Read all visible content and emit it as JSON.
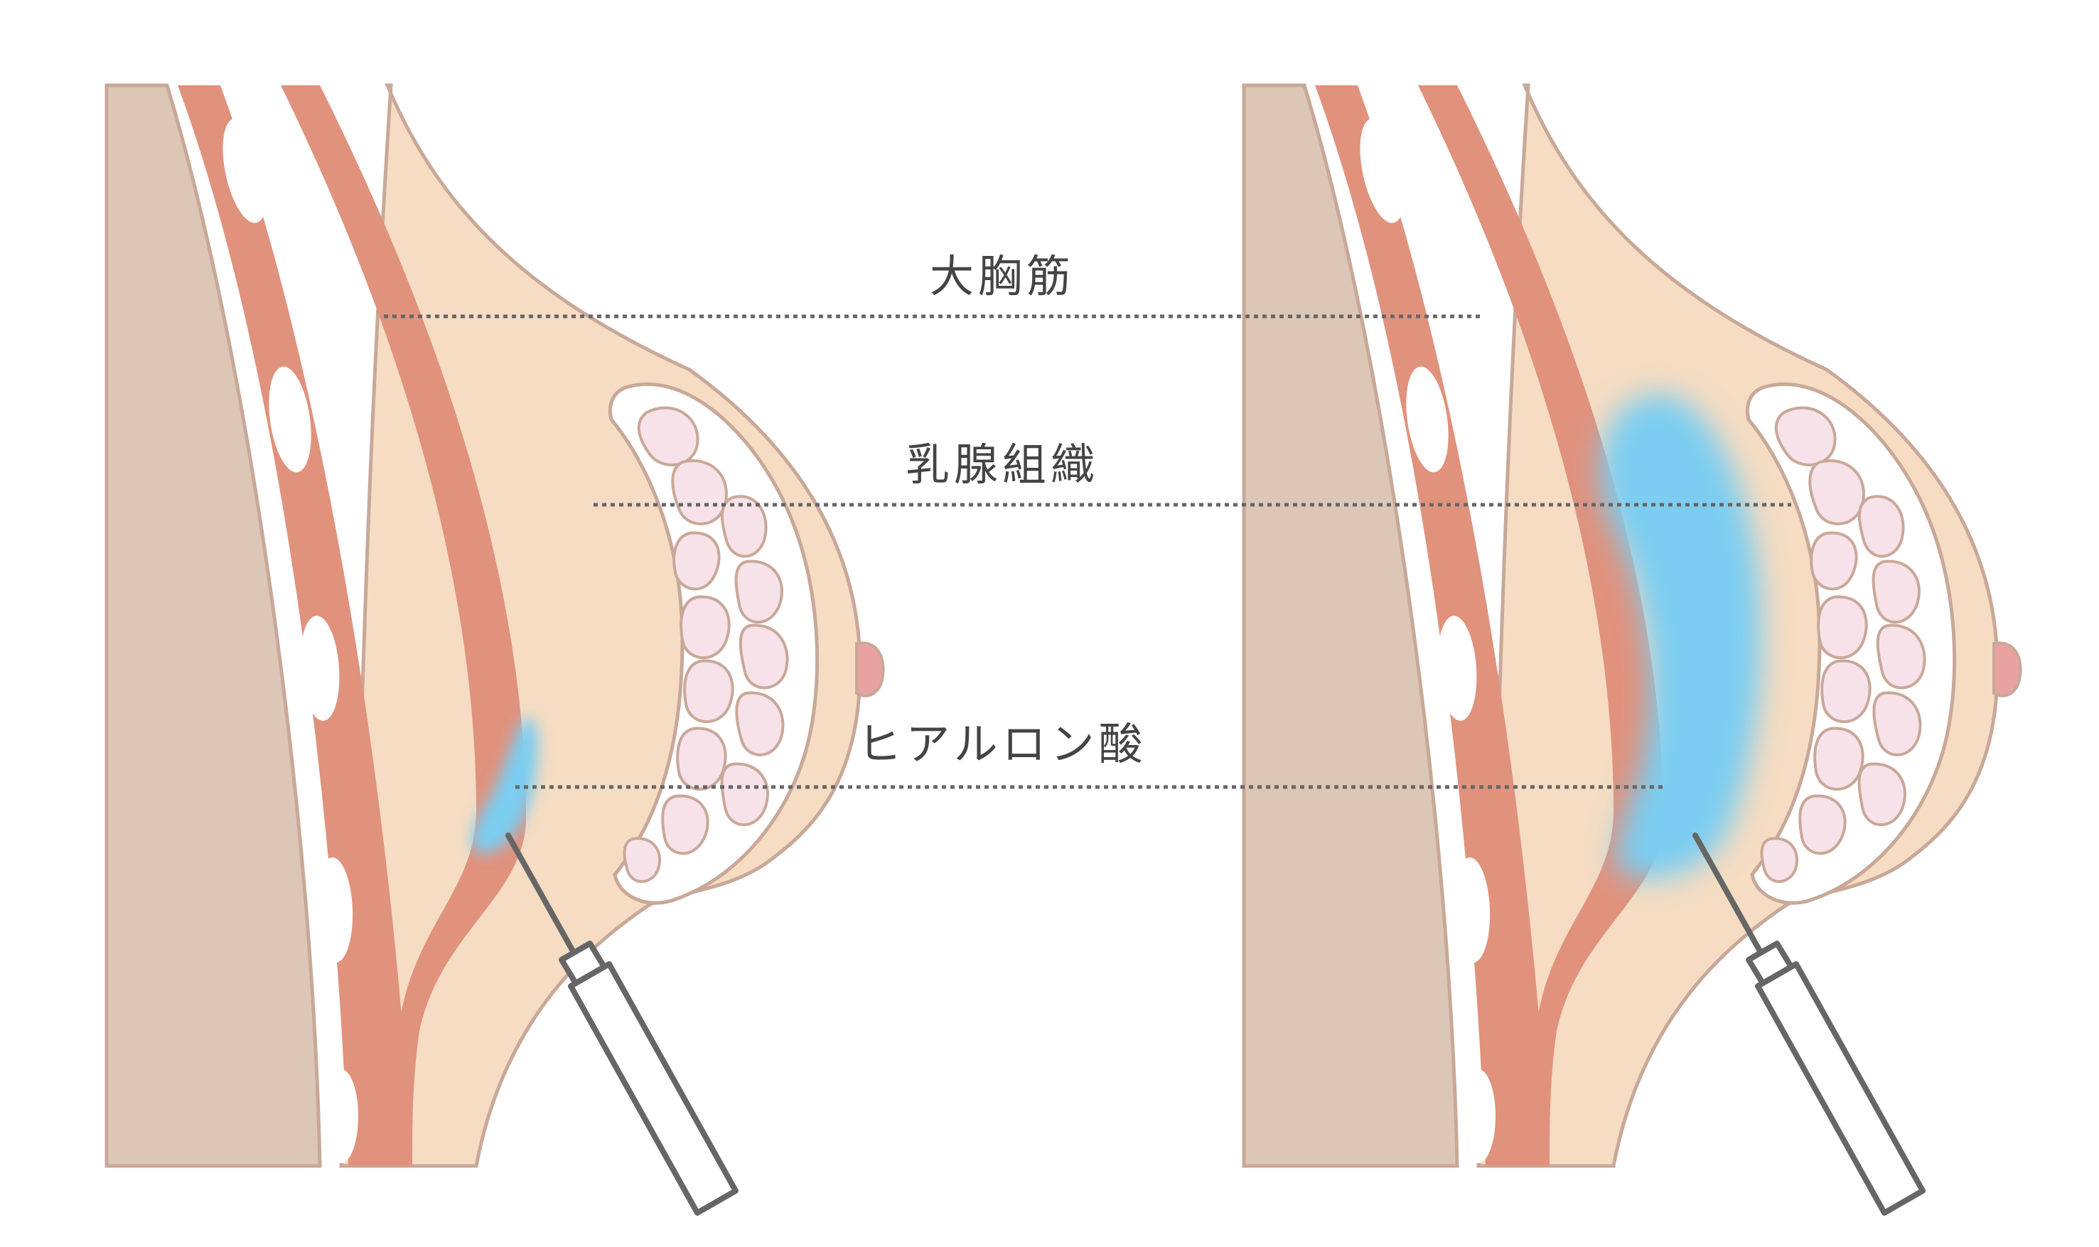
{
  "labels": {
    "muscle": "大胸筋",
    "mammary": "乳腺組織",
    "hyaluronic": "ヒアルロン酸"
  },
  "panels": [
    {
      "id": "before",
      "fill_amount": "small"
    },
    {
      "id": "after",
      "fill_amount": "large"
    }
  ],
  "colors": {
    "background": "#ffffff",
    "chest_wall": "#dcc6b6",
    "muscle": "#e0927d",
    "skin": "#f5dcc2",
    "outline": "#c8a898",
    "gland_lobe": "#f8e2ea",
    "hyaluronic_acid": "#7ccdf1",
    "nipple": "#e8a3a0",
    "syringe": "#666666",
    "label_text": "#444444",
    "leader_line": "#666666"
  }
}
